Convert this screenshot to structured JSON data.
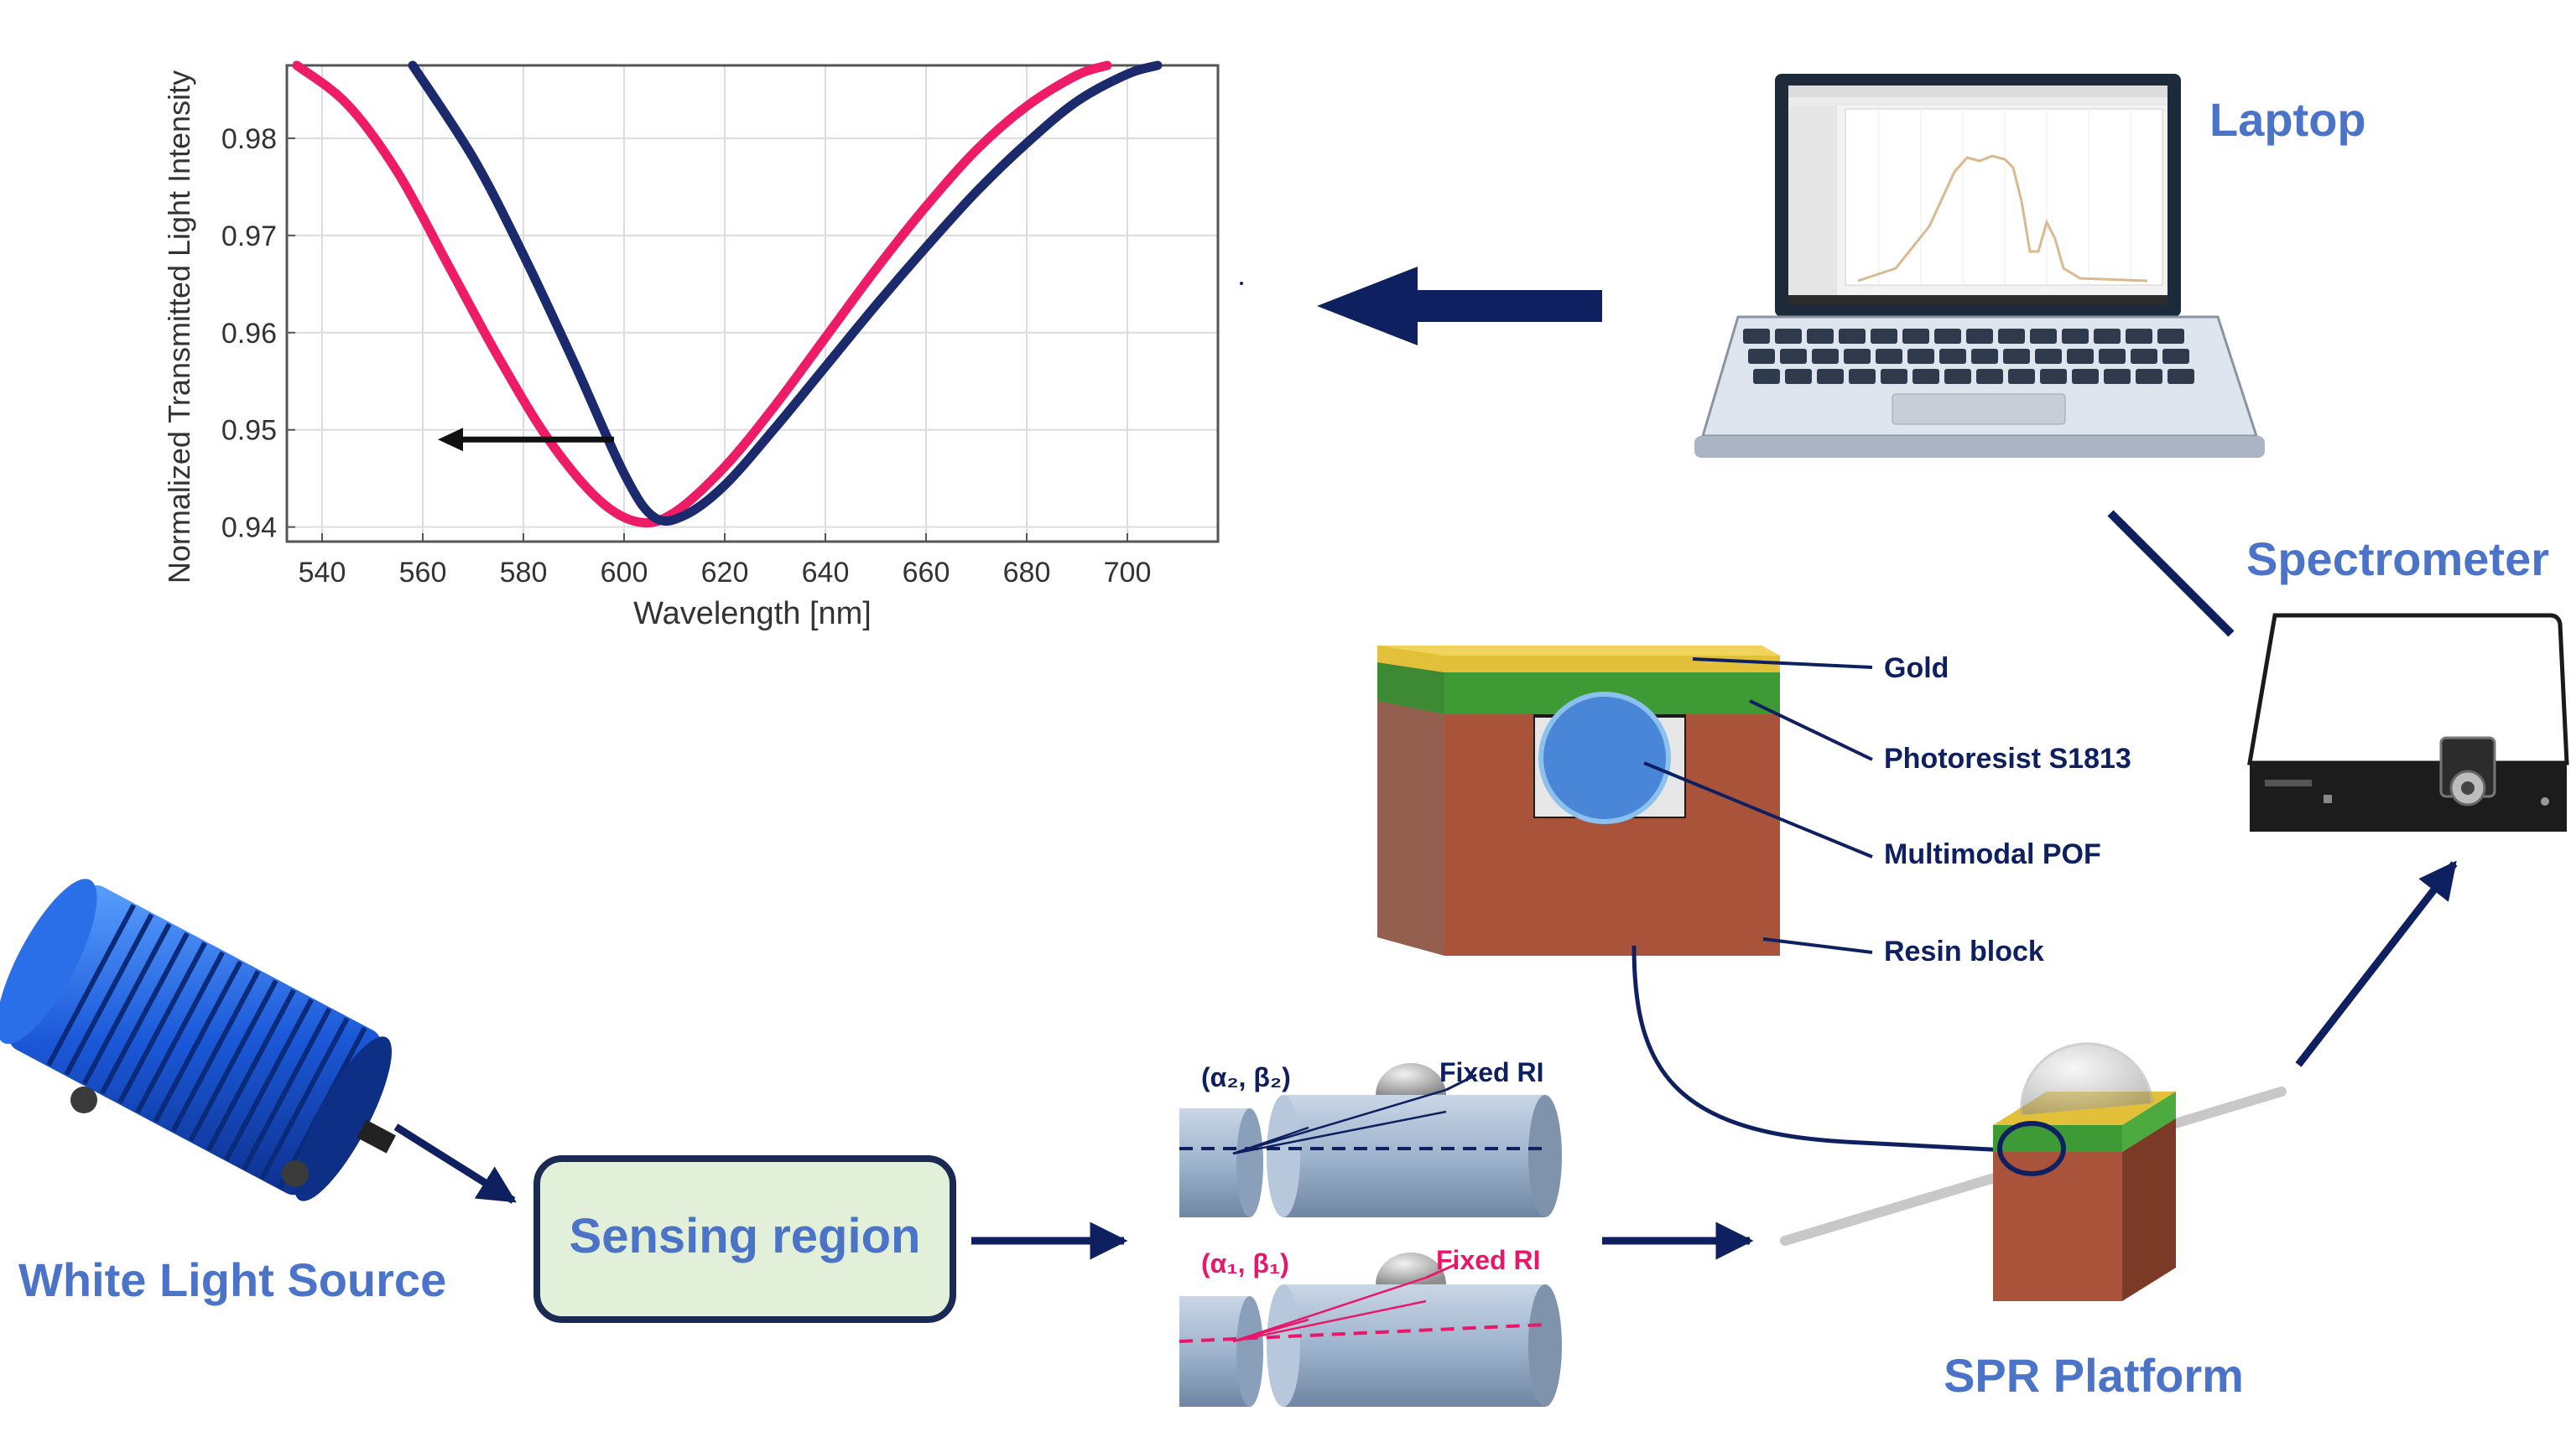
{
  "chart_data": {
    "type": "line",
    "xlabel": "Wavelength [nm]",
    "ylabel": "Normalized Transmitted Light Intensity",
    "xlim": [
      533,
      718
    ],
    "ylim": [
      0.9385,
      0.9875
    ],
    "xticks": [
      "540",
      "560",
      "580",
      "600",
      "620",
      "640",
      "660",
      "680",
      "700"
    ],
    "yticks": [
      "0.94",
      "0.95",
      "0.96",
      "0.97",
      "0.98"
    ],
    "grid": true,
    "series": [
      {
        "color": "#1a2a6c",
        "x": [
          558,
          570,
          580,
          590,
          600,
          606,
          612,
          620,
          630,
          640,
          650,
          660,
          670,
          680,
          690,
          700,
          706
        ],
        "y": [
          0.9875,
          0.978,
          0.968,
          0.957,
          0.9455,
          0.941,
          0.9412,
          0.9443,
          0.9502,
          0.9565,
          0.9628,
          0.9688,
          0.9745,
          0.9795,
          0.9838,
          0.9866,
          0.9875
        ]
      },
      {
        "color": "#ee1b66",
        "x": [
          535,
          545,
          555,
          565,
          575,
          585,
          595,
          603,
          610,
          620,
          630,
          640,
          650,
          660,
          670,
          680,
          690,
          696
        ],
        "y": [
          0.9875,
          0.9835,
          0.9765,
          0.967,
          0.9575,
          0.949,
          0.9428,
          0.9405,
          0.9415,
          0.9462,
          0.9525,
          0.9595,
          0.9665,
          0.973,
          0.9788,
          0.9833,
          0.9865,
          0.9875
        ]
      }
    ],
    "annotations": [
      {
        "type": "arrow",
        "from": [
          598,
          0.949
        ],
        "to": [
          563,
          0.949
        ],
        "color": "#111111"
      }
    ]
  },
  "labels": {
    "laptop": "Laptop",
    "spectrometer": "Spectrometer",
    "white_light_source": "White Light Source",
    "sensing_region": "Sensing region",
    "spr_platform": "SPR Platform",
    "gold": "Gold",
    "photoresist": "Photoresist S1813",
    "multimodal_pof": "Multimodal POF",
    "resin_block": "Resin block",
    "fixed_ri_top": "Fixed RI",
    "fixed_ri_bottom": "Fixed RI",
    "angle_top": "(α₂, β₂)",
    "angle_bottom": "(α₁, β₁)"
  },
  "colors": {
    "label_blue": "#4b73c8",
    "navy": "#0f2060",
    "pink": "#e8176a",
    "gold": "#e3c03a",
    "green": "#3e9a34",
    "resin": "#a9543a",
    "fiber": "#4a86d8",
    "sensing_box_fill": "#e2efd9"
  },
  "icons": [
    "laptop-icon",
    "spectrometer-icon",
    "light-source-icon",
    "optical-fiber-icon"
  ]
}
